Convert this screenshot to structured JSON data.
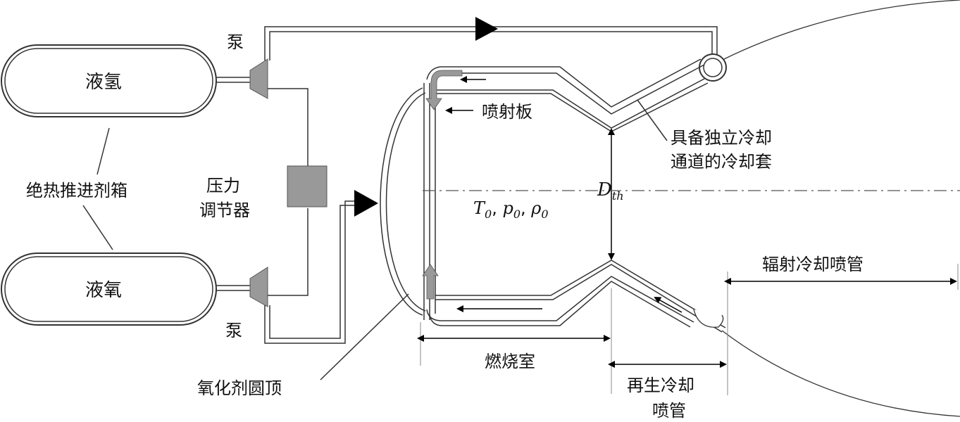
{
  "labels": {
    "pump_top": "泵",
    "pump_bottom": "泵",
    "lh2_tank": "液氢",
    "lox_tank": "液氧",
    "tanks_caption": "绝热推进剂箱",
    "regulator_line1": "压力",
    "regulator_line2": "调节器",
    "injector": "喷射板",
    "cooling_jacket_line1": "具备独立冷却",
    "cooling_jacket_line2": "通道的冷却套",
    "throat_diameter": "D",
    "throat_diameter_sub": "th",
    "chamber_T": "T",
    "chamber_p": "p",
    "chamber_rho": "ρ",
    "chamber_sub": "0",
    "radiation_nozzle": "辐射冷却喷管",
    "combustion_chamber": "燃烧室",
    "regen_nozzle_line1": "再生冷却",
    "regen_nozzle_line2": "喷管",
    "oxidizer_dome": "氧化剂圆顶"
  },
  "colors": {
    "line": "#333333",
    "component_fill": "#999999",
    "arrow": "#000000"
  }
}
